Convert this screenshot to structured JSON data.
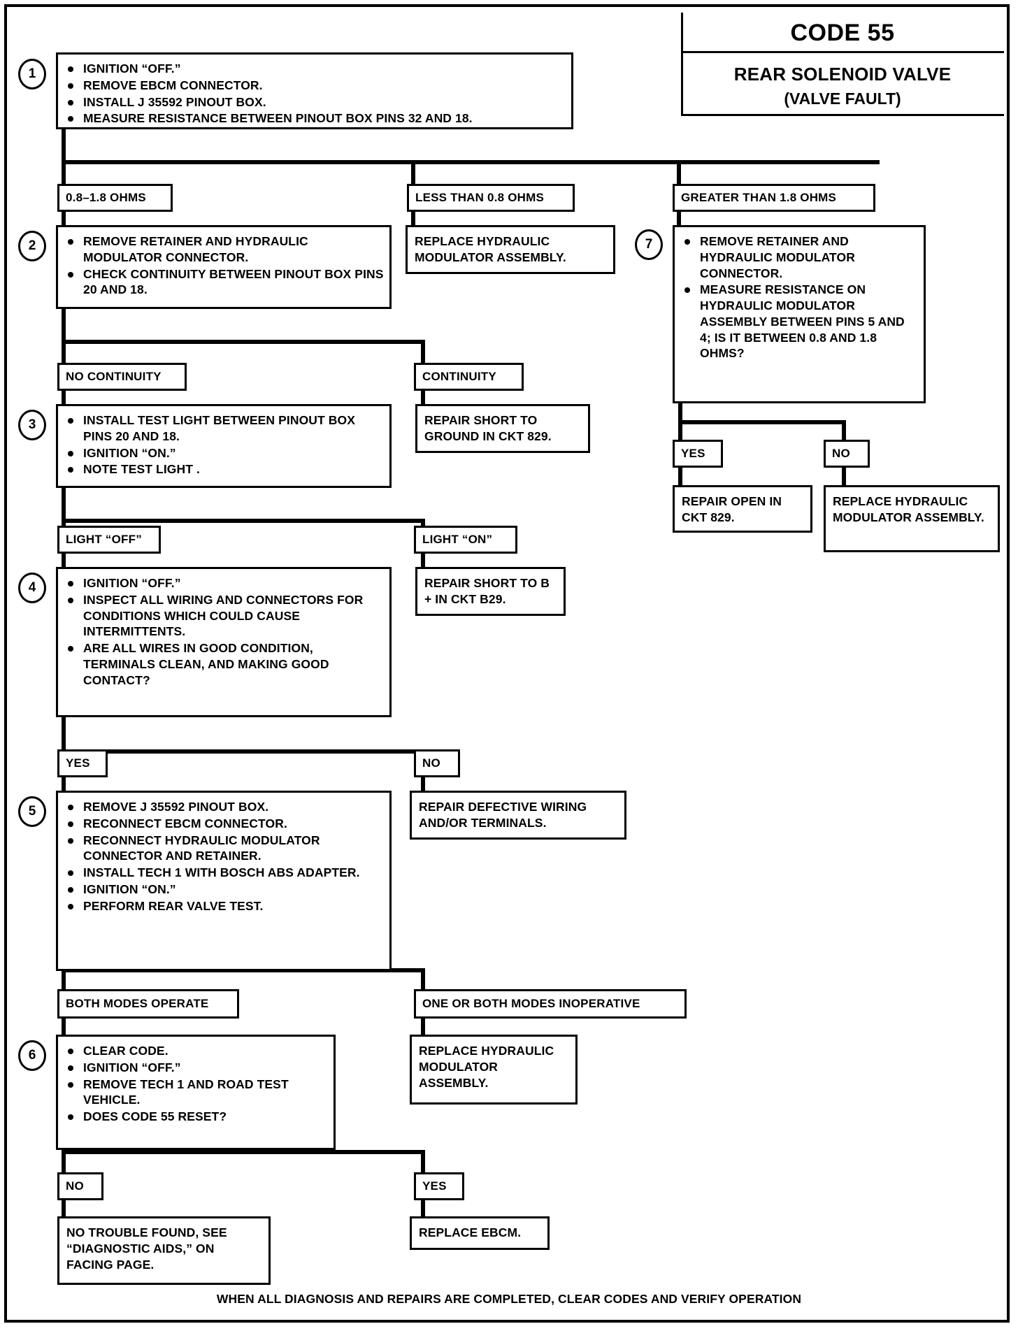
{
  "title": {
    "code": "CODE 55",
    "main": "REAR SOLENOID VALVE",
    "sub": "(VALVE FAULT)"
  },
  "steps": {
    "s1": "1",
    "s2": "2",
    "s3": "3",
    "s4": "4",
    "s5": "5",
    "s6": "6",
    "s7": "7"
  },
  "nodes": {
    "step1": {
      "items": [
        "IGNITION “OFF.”",
        "REMOVE EBCM CONNECTOR.",
        "INSTALL J 35592 PINOUT BOX.",
        "MEASURE RESISTANCE BETWEEN PINOUT BOX PINS 32 AND 18."
      ]
    },
    "step2": {
      "items": [
        "REMOVE RETAINER AND HYDRAULIC MODULATOR CONNECTOR.",
        "CHECK CONTINUITY BETWEEN PINOUT BOX PINS 20 AND 18."
      ]
    },
    "step3": {
      "items": [
        "INSTALL TEST LIGHT BETWEEN PINOUT BOX PINS 20 AND 18.",
        "IGNITION “ON.”",
        "NOTE TEST LIGHT ."
      ]
    },
    "step4": {
      "items": [
        "IGNITION “OFF.”",
        "INSPECT ALL WIRING AND CONNECTORS FOR CONDITIONS WHICH COULD CAUSE INTERMITTENTS.",
        "ARE ALL WIRES IN GOOD CONDITION, TERMINALS CLEAN,  AND MAKING GOOD CONTACT?"
      ]
    },
    "step5": {
      "items": [
        "REMOVE J 35592 PINOUT BOX.",
        "RECONNECT EBCM CONNECTOR.",
        "RECONNECT HYDRAULIC MODULATOR CONNECTOR AND RETAINER.",
        "INSTALL TECH 1 WITH BOSCH ABS ADAPTER.",
        "IGNITION “ON.”",
        "PERFORM REAR VALVE TEST."
      ]
    },
    "step6": {
      "items": [
        "CLEAR CODE.",
        "IGNITION “OFF.”",
        "REMOVE TECH 1 AND ROAD TEST VEHICLE.",
        "DOES CODE 55 RESET?"
      ]
    },
    "step7": {
      "items": [
        "REMOVE RETAINER AND HYDRAULIC MODULATOR CONNECTOR.",
        "MEASURE RESISTANCE ON HYDRAULIC MODULATOR ASSEMBLY BETWEEN PINS 5 AND  4; IS IT BETWEEN 0.8 AND 1.8 OHMS?"
      ]
    }
  },
  "branch_labels": {
    "ohms_ok": "0.8–1.8 OHMS",
    "ohms_low": "LESS THAN 0.8 OHMS",
    "ohms_high": "GREATER THAN 1.8 OHMS",
    "no_continuity": "NO CONTINUITY",
    "continuity": "CONTINUITY",
    "light_off": "LIGHT “OFF”",
    "light_on": "LIGHT “ON”",
    "wiring_yes": "YES",
    "wiring_no": "NO",
    "both_modes": "BOTH MODES OPERATE",
    "modes_inop": "ONE OR BOTH MODES INOPERATIVE",
    "reset_no": "NO",
    "reset_yes": "YES",
    "s7_yes": "YES",
    "s7_no": "NO"
  },
  "terminals": {
    "replace_hm_1": "REPLACE HYDRAULIC MODULATOR ASSEMBLY.",
    "repair_short_ground": "REPAIR SHORT TO GROUND IN CKT 829.",
    "repair_short_b": "REPAIR SHORT TO B + IN CKT B29.",
    "repair_wiring": "REPAIR DEFECTIVE WIRING AND/OR TERMINALS.",
    "replace_hm_2": "REPLACE HYDRAULIC MODULATOR ASSEMBLY.",
    "no_trouble": "NO TROUBLE FOUND, SEE “DIAGNOSTIC AIDS,” ON FACING PAGE.",
    "replace_ebcm": "REPLACE EBCM.",
    "repair_open": "REPAIR OPEN IN CKT 829.",
    "replace_hm_3": "REPLACE HYDRAULIC MODULATOR ASSEMBLY."
  },
  "footer": "WHEN ALL DIAGNOSIS AND REPAIRS ARE COMPLETED, CLEAR CODES AND VERIFY OPERATION"
}
